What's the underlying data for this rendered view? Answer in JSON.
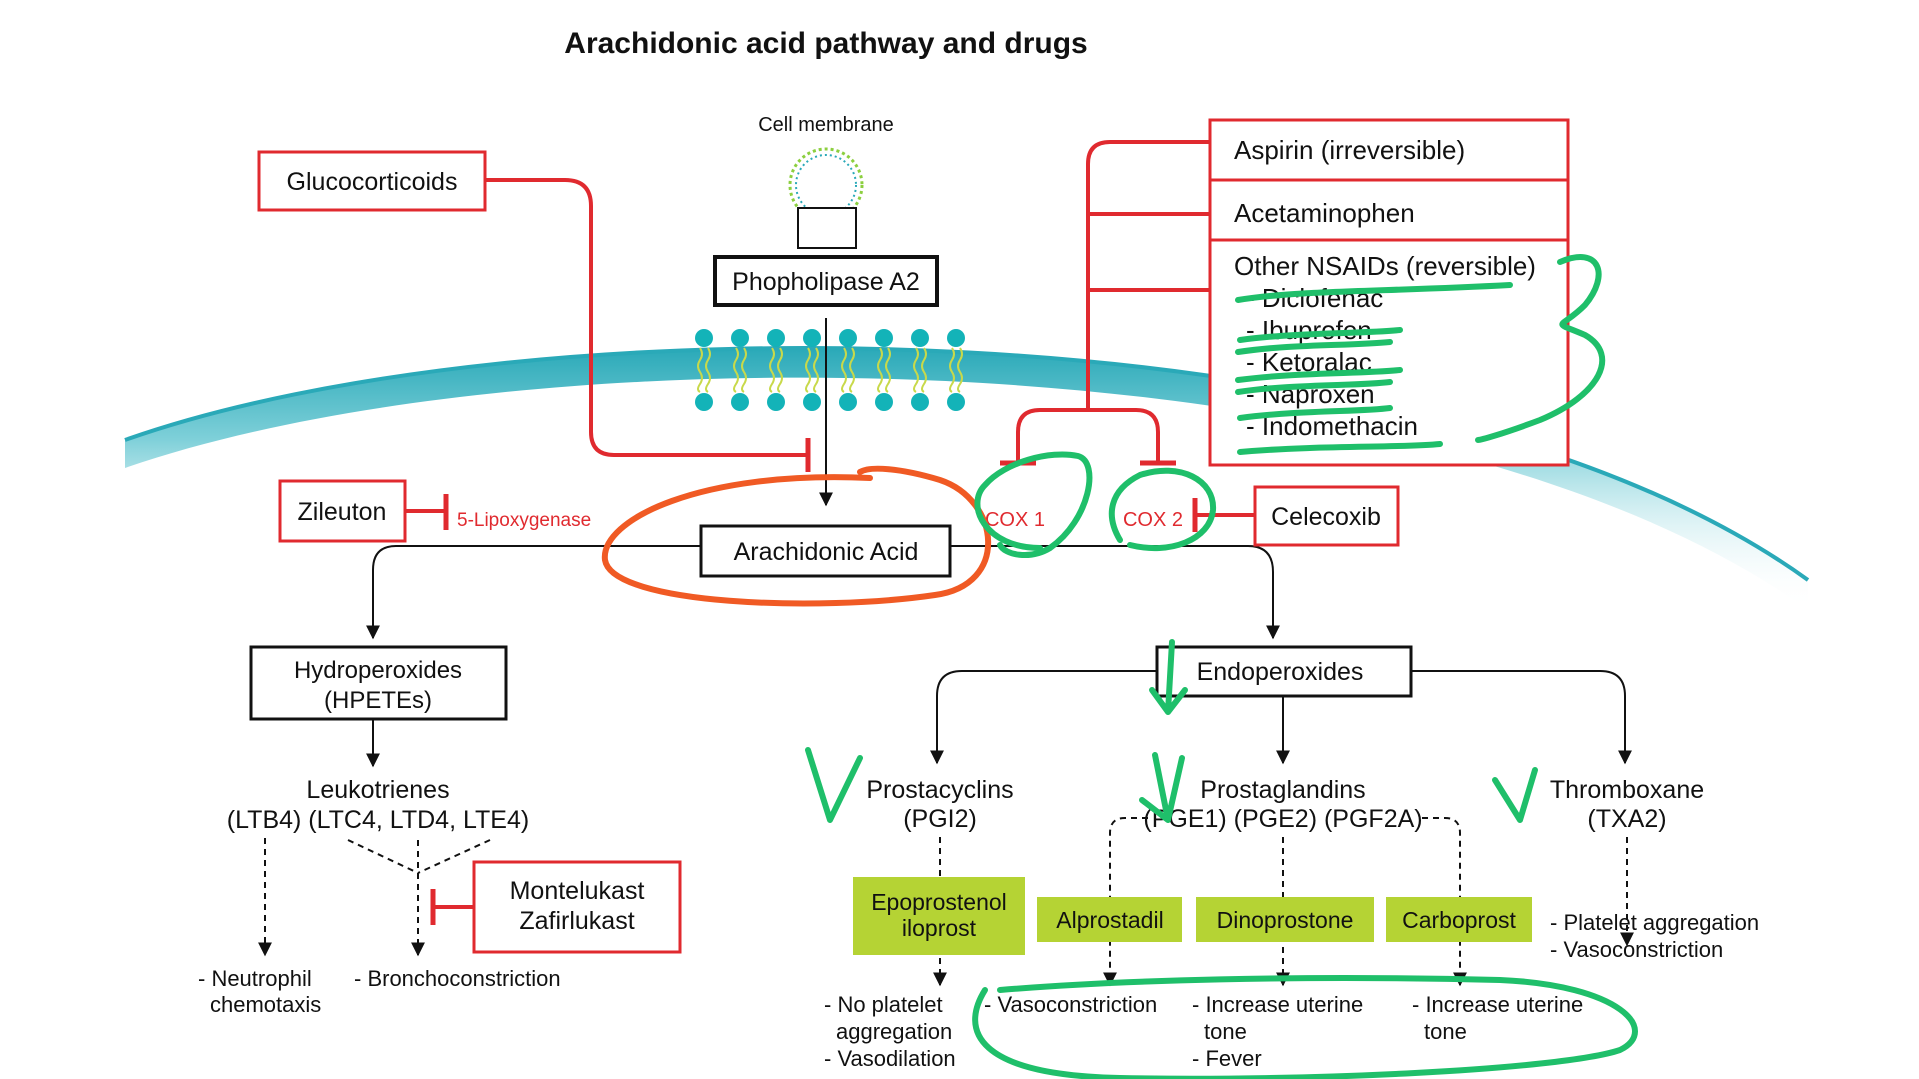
{
  "title": "Arachidonic acid pathway and drugs",
  "membrane": {
    "cell_membrane_label": "Cell membrane",
    "enzyme": "Phopholipase A2"
  },
  "inhibitors": {
    "glucocorticoids": "Glucocorticoids",
    "zileuton": "Zileuton",
    "lipoxygenase": "5-Lipoxygenase",
    "aspirin": "Aspirin (irreversible)",
    "acetaminophen": "Acetaminophen",
    "nsaids_heading": "Other NSAIDs (reversible)",
    "nsaids": [
      "- Diclofenac",
      "- Ibuprofen",
      "- Ketoralac",
      "- Naproxen",
      "- Indomethacin"
    ],
    "celecoxib": "Celecoxib",
    "cox1": "COX 1",
    "cox2": "COX 2",
    "leukotriene_antagonists": [
      "Montelukast",
      "Zafirlukast"
    ]
  },
  "central": {
    "arachidonic_acid": "Arachidonic Acid"
  },
  "lipoxygenase_branch": {
    "hydroperoxides": [
      "Hydroperoxides",
      "(HPETEs)"
    ],
    "leukotrienes": [
      "Leukotrienes",
      "(LTB4) (LTC4, LTD4, LTE4)"
    ],
    "effect_neutrophil": [
      "- Neutrophil",
      "chemotaxis"
    ],
    "effect_broncho": "- Bronchoconstriction"
  },
  "cox_branch": {
    "endoperoxides": "Endoperoxides",
    "prostacyclins": [
      "Prostacyclins",
      "(PGI2)"
    ],
    "prostaglandins": [
      "Prostaglandins",
      "(PGE1) (PGE2) (PGF2A)"
    ],
    "thromboxane": [
      "Thromboxane",
      "(TXA2)"
    ],
    "drugs": {
      "epoprostenol": [
        "Epoprostenol",
        "iloprost"
      ],
      "alprostadil": "Alprostadil",
      "dinoprostone": "Dinoprostone",
      "carboprost": "Carboprost"
    },
    "effects": {
      "prostacyclin": [
        "- No platelet",
        "aggregation",
        "- Vasodilation"
      ],
      "alprostadil": "- Vasoconstriction",
      "dinoprostone": [
        "- Increase uterine",
        "tone",
        "- Fever"
      ],
      "carboprost": [
        "- Increase uterine",
        "tone"
      ],
      "thromboxane": [
        "- Platelet aggregation",
        "- Vasoconstriction"
      ]
    }
  },
  "colors": {
    "inhibitor_red": "#e02a2f",
    "drug_green_fill": "#b5d334",
    "membrane_teal": "#2aa9b8",
    "annotation_green": "#1fbf6a",
    "annotation_orange": "#f05a24"
  }
}
